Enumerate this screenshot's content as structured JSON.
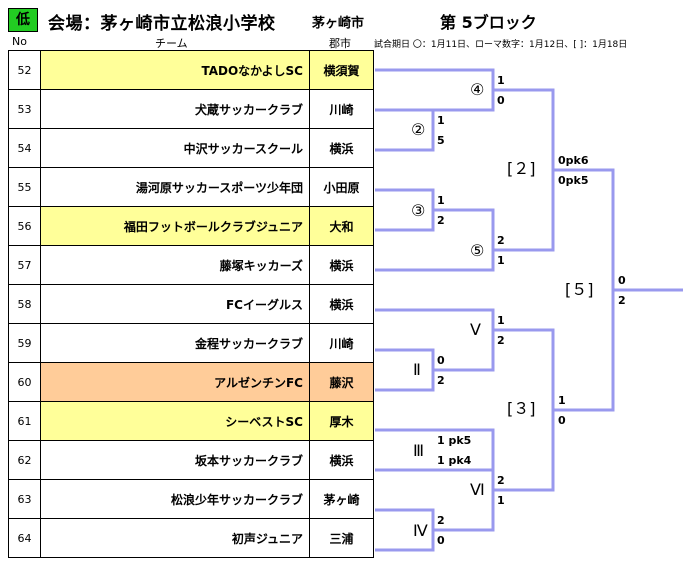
{
  "header": {
    "level_badge": "低",
    "venue_title": "会場：茅ヶ崎市立松浪小学校",
    "venue_city": "茅ヶ崎市",
    "block_title": "第 5ブロック",
    "col_no": "No",
    "col_team": "チーム",
    "col_city": "郡市",
    "date_note": "試合期日 〇：1月11日、ローマ数字：1月12日、[ ]：1月18日"
  },
  "teams": [
    {
      "no": "52",
      "name": "TADOなかよしSC",
      "city": "横須賀",
      "highlight": "yellow"
    },
    {
      "no": "53",
      "name": "犬蔵サッカークラブ",
      "city": "川崎",
      "highlight": "none"
    },
    {
      "no": "54",
      "name": "中沢サッカースクール",
      "city": "横浜",
      "highlight": "none"
    },
    {
      "no": "55",
      "name": "湯河原サッカースポーツ少年団",
      "city": "小田原",
      "highlight": "none"
    },
    {
      "no": "56",
      "name": "福田フットボールクラブジュニア",
      "city": "大和",
      "highlight": "yellow"
    },
    {
      "no": "57",
      "name": "藤塚キッカーズ",
      "city": "横浜",
      "highlight": "none"
    },
    {
      "no": "58",
      "name": "FCイーグルス",
      "city": "横浜",
      "highlight": "none"
    },
    {
      "no": "59",
      "name": "金程サッカークラブ",
      "city": "川崎",
      "highlight": "none"
    },
    {
      "no": "60",
      "name": "アルゼンチンFC",
      "city": "藤沢",
      "highlight": "orange"
    },
    {
      "no": "61",
      "name": "シーベストSC",
      "city": "厚木",
      "highlight": "yellow"
    },
    {
      "no": "62",
      "name": "坂本サッカークラブ",
      "city": "横浜",
      "highlight": "none"
    },
    {
      "no": "63",
      "name": "松浪少年サッカークラブ",
      "city": "茅ヶ崎",
      "highlight": "none"
    },
    {
      "no": "64",
      "name": "初声ジュニア",
      "city": "三浦",
      "highlight": "none"
    }
  ],
  "matches": {
    "m2": {
      "label": "②",
      "score_top": "1",
      "score_bottom": "5"
    },
    "m3": {
      "label": "③",
      "score_top": "1",
      "score_bottom": "2"
    },
    "m4": {
      "label": "④",
      "score_top": "1",
      "score_bottom": "0"
    },
    "m5": {
      "label": "⑤",
      "score_top": "2",
      "score_bottom": "1"
    },
    "mII": {
      "label": "Ⅱ",
      "score_top": "0",
      "score_bottom": "2"
    },
    "mIII": {
      "label": "Ⅲ",
      "score_top": "1 pk5",
      "score_bottom": "1 pk4"
    },
    "mIV": {
      "label": "Ⅳ",
      "score_top": "2",
      "score_bottom": "0"
    },
    "mV": {
      "label": "Ⅴ",
      "score_top": "1",
      "score_bottom": "2"
    },
    "mVI": {
      "label": "Ⅵ",
      "score_top": "2",
      "score_bottom": "1"
    },
    "b2": {
      "label": "[２]",
      "score_top": "0pk6",
      "score_bottom": "0pk5"
    },
    "b3": {
      "label": "[３]",
      "score_top": "1",
      "score_bottom": "0"
    },
    "b5": {
      "label": "[５]",
      "score_top": "0",
      "score_bottom": "2"
    }
  },
  "colors": {
    "bracket_line": "#9999ee",
    "badge_green": "#22cc22",
    "highlight_yellow": "#ffff99",
    "highlight_orange": "#ffcc99"
  }
}
